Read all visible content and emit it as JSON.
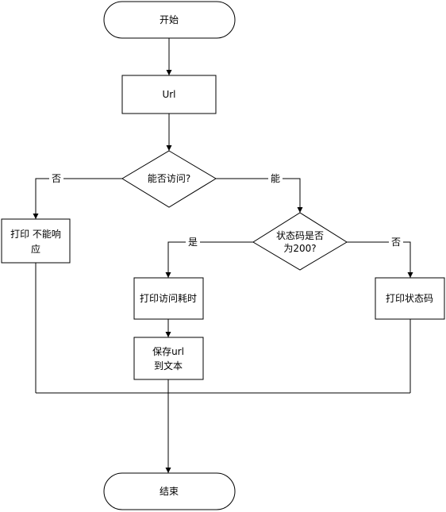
{
  "diagram": {
    "type": "flowchart",
    "nodes": {
      "start": {
        "label": "开始"
      },
      "url": {
        "label": "Url"
      },
      "can_access": {
        "label": "能否访问?"
      },
      "print_cannot": {
        "label_line1": "打印  不能响",
        "label_line2": "应"
      },
      "status_200": {
        "label_line1": "状态码是否",
        "label_line2": "为200?"
      },
      "print_time": {
        "label": "打印访问耗时"
      },
      "save_url": {
        "label_line1": "保存url",
        "label_line2": "到文本"
      },
      "print_status": {
        "label": "打印状态码"
      },
      "end": {
        "label": "结束"
      }
    },
    "edges": {
      "can_access_no": "否",
      "can_access_yes": "能",
      "status_yes": "是",
      "status_no": "否"
    }
  }
}
